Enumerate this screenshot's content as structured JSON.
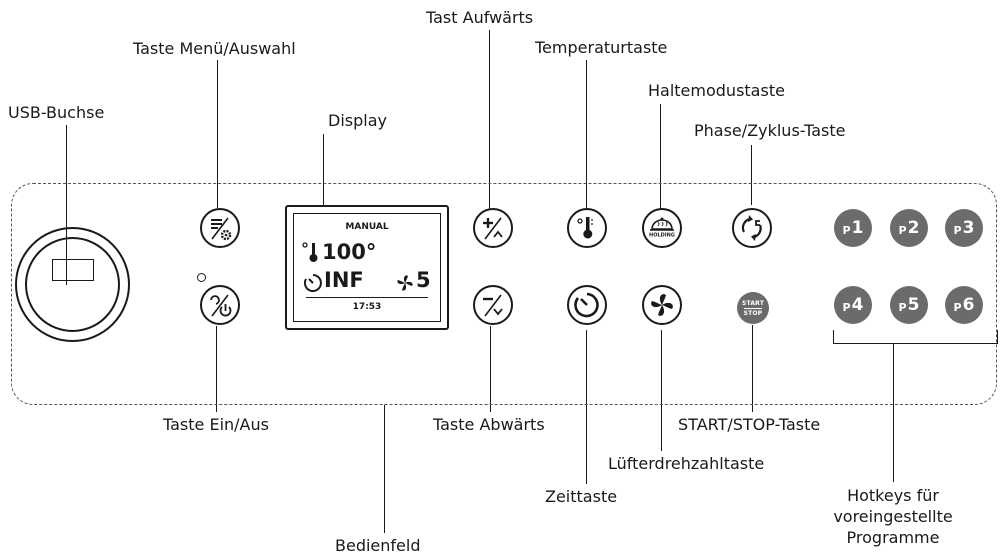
{
  "labels": {
    "usb": "USB-Buchse",
    "menu": "Taste Menü/Auswahl",
    "display": "Display",
    "up": "Tast Aufwärts",
    "temp": "Temperaturtaste",
    "hold": "Haltemodustaste",
    "phase": "Phase/Zyklus-Taste",
    "onoff": "Taste Ein/Aus",
    "panel": "Bedienfeld",
    "down": "Taste Abwärts",
    "time": "Zeittaste",
    "fan": "Lüfterdrehzahltaste",
    "startstop": "START/STOP-Taste",
    "hotkeys": "Hotkeys für voreingestellte Programme"
  },
  "display": {
    "mode": "MANUAL",
    "temperature": "100°",
    "time_value": "INF",
    "fan_value": "5",
    "clock": "17:53"
  },
  "buttons": {
    "holding_text": "HOLDING",
    "start_text": "START",
    "stop_text": "STOP"
  },
  "hotkeys": [
    {
      "prefix": "P",
      "num": "1"
    },
    {
      "prefix": "P",
      "num": "2"
    },
    {
      "prefix": "P",
      "num": "3"
    },
    {
      "prefix": "P",
      "num": "4"
    },
    {
      "prefix": "P",
      "num": "5"
    },
    {
      "prefix": "P",
      "num": "6"
    }
  ],
  "icons": {
    "menu": "menu-settings-icon",
    "onoff": "power-icon",
    "up": "plus-up-icon",
    "down": "minus-down-icon",
    "temp": "thermometer-icon",
    "time": "timer-icon",
    "hold": "holding-cloche-icon",
    "fan": "fan-icon",
    "phase": "cycle-arrows-icon"
  },
  "colors": {
    "hotkey": "#6b6b6b",
    "line": "#1a1a1a"
  }
}
